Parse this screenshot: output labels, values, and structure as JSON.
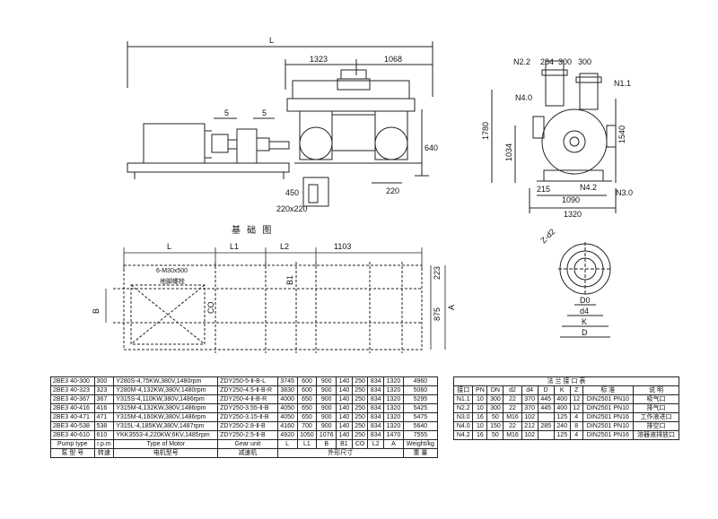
{
  "drawing": {
    "dims_top": {
      "L": "L",
      "d1323": "1323",
      "d1068": "1068",
      "d5a": "5",
      "d5b": "5",
      "d640": "640",
      "d450": "450",
      "d220": "220",
      "d220x220": "220x220"
    },
    "dims_side": {
      "N22": "N2.2",
      "d284": "284",
      "d300a": "300",
      "d300b": "300",
      "N11": "N1.1",
      "N40": "N4.0",
      "d1780": "1780",
      "d1034": "1034",
      "d1540": "1540",
      "d215": "215",
      "N42": "N4.2",
      "d1090": "1090",
      "N30": "N3.0",
      "d1320": "1320"
    },
    "foundation": {
      "title": "基 础 图",
      "L": "L",
      "L1": "L1",
      "L2": "L2",
      "d1103": "1103",
      "bolt": "6-M30x500",
      "bolt_cn": "地脚螺栓",
      "B": "B",
      "B1": "B1",
      "CO": "CO",
      "d223": "223",
      "d875": "875",
      "A": "A"
    },
    "flange": {
      "zd": "Z-d2",
      "D0": "D0",
      "d4": "d4",
      "K": "K",
      "D": "D"
    }
  },
  "main_table": {
    "rows": [
      [
        "2BE3 40-300",
        "300",
        "Y280S-4,75KW,380V,1480rpm",
        "ZDY250-5-Ⅱ-B-L",
        "3745",
        "600",
        "900",
        "140",
        "250",
        "834",
        "1320",
        "4960"
      ],
      [
        "2BE3 40-323",
        "323",
        "Y280M-4,132KW,380V,1480rpm",
        "ZDY250-4.5-Ⅱ-B-R",
        "3830",
        "600",
        "900",
        "140",
        "250",
        "834",
        "1320",
        "5060"
      ],
      [
        "2BE3 40-367",
        "367",
        "Y315S-4,110KW,380V,1486rpm",
        "ZDY250-4-Ⅱ-B-R",
        "4000",
        "650",
        "900",
        "140",
        "250",
        "834",
        "1320",
        "5295"
      ],
      [
        "2BE3 40-416",
        "416",
        "Y315M-4,132KW,380V,1486rpm",
        "ZDY250-3.55-Ⅱ-B",
        "4050",
        "650",
        "900",
        "140",
        "250",
        "834",
        "1320",
        "5425"
      ],
      [
        "2BE3 40-471",
        "471",
        "Y315M-4,160KW,380V,1486rpm",
        "ZDY250-3.15-Ⅱ-B",
        "4050",
        "650",
        "900",
        "140",
        "250",
        "834",
        "1320",
        "5475"
      ],
      [
        "2BE3 40-538",
        "538",
        "Y315L-4,185KW,380V,1487rpm",
        "ZDY250-2.8-Ⅱ-B",
        "4160",
        "700",
        "900",
        "140",
        "250",
        "834",
        "1320",
        "5640"
      ],
      [
        "2BE3 40-610",
        "610",
        "YKK3553-4,220KW,6KV,1485rpm",
        "ZDY250-2.5-Ⅱ-B",
        "4920",
        "1050",
        "1076",
        "140",
        "250",
        "834",
        "1470",
        "7555"
      ]
    ],
    "header_en": [
      "Pump type",
      "r.p.m",
      "Type of Motor",
      "Gear unit",
      "L",
      "L1",
      "B",
      "B1",
      "CO",
      "L2",
      "A",
      "Weight/kg"
    ],
    "header_cn": [
      "泵 型 号",
      "转速",
      "电机型号",
      "减速机",
      "外形尺寸",
      "重 量"
    ]
  },
  "flange_table": {
    "title": "法 兰 接 口 表",
    "header": [
      "接口",
      "PN",
      "DN",
      "d2",
      "d4",
      "D",
      "K",
      "Z",
      "标 准",
      "说 明"
    ],
    "rows": [
      [
        "N1.1",
        "10",
        "300",
        "22",
        "370",
        "445",
        "400",
        "12",
        "DIN2501 PN10",
        "吸气口"
      ],
      [
        "N2.2",
        "10",
        "300",
        "22",
        "370",
        "445",
        "400",
        "12",
        "DIN2501 PN10",
        "排气口"
      ],
      [
        "N3.0",
        "16",
        "50",
        "M16",
        "102",
        "",
        "125",
        "4",
        "DIN2501 PN16",
        "工作液进口"
      ],
      [
        "N4.0",
        "10",
        "150",
        "22",
        "212",
        "285",
        "240",
        "8",
        "DIN2501 PN10",
        "排空口"
      ],
      [
        "N4.2",
        "16",
        "50",
        "M16",
        "102",
        "",
        "125",
        "4",
        "DIN2501 PN16",
        "溶器液排放口"
      ]
    ]
  }
}
